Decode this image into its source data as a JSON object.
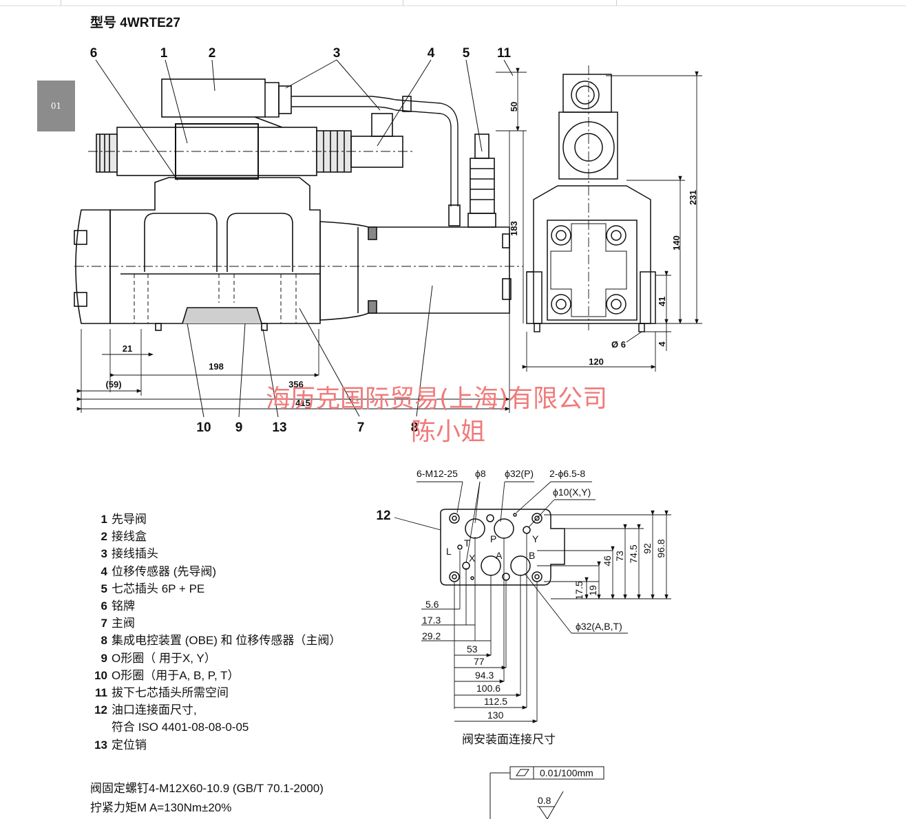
{
  "side_tab": "01",
  "model_title": "型号 4WRTE27",
  "main_callouts": [
    "6",
    "1",
    "2",
    "3",
    "4",
    "5",
    "11"
  ],
  "bottom_callouts": [
    "10",
    "9",
    "13",
    "7",
    "8"
  ],
  "dimensions": {
    "d50": "50",
    "d183": "183",
    "d231": "231",
    "d140": "140",
    "d41": "41",
    "d4": "4",
    "phi6": "Ø 6",
    "d120": "120",
    "d21": "21",
    "d198": "198",
    "d59": "(59)",
    "d356": "356",
    "d415": "415"
  },
  "watermark": {
    "line1": "海历克国际贸易(上海)有限公司",
    "line2": "陈小姐"
  },
  "legend": [
    {
      "num": "1",
      "text": "先导阀"
    },
    {
      "num": "2",
      "text": "接线盒"
    },
    {
      "num": "3",
      "text": "接线插头"
    },
    {
      "num": "4",
      "text": "位移传感器 (先导阀)"
    },
    {
      "num": "5",
      "text": "七芯插头 6P + PE"
    },
    {
      "num": "6",
      "text": "铭牌"
    },
    {
      "num": "7",
      "text": "主阀"
    },
    {
      "num": "8",
      "text": "集成电控装置 (OBE) 和 位移传感器（主阀）"
    },
    {
      "num": "9",
      "text": "O形圈（ 用于X, Y）"
    },
    {
      "num": "10",
      "text": "O形圈（用于A, B, P, T）"
    },
    {
      "num": "11",
      "text": "拔下七芯插头所需空间"
    },
    {
      "num": "12",
      "text": "油口连接面尺寸,"
    },
    {
      "num": "",
      "text": "符合 ISO 4401-08-08-0-05"
    },
    {
      "num": "13",
      "text": "定位销"
    }
  ],
  "port_face": {
    "callout": "12",
    "top_labels": [
      "6-M12-25",
      "ϕ8",
      "ϕ32(P)",
      "2-ϕ6.5-8"
    ],
    "xy_label": "ϕ10(X,Y)",
    "abt_label": "ϕ32(A,B,T)",
    "ports": {
      "T": "T",
      "P": "P",
      "Y": "Y",
      "L": "L",
      "X": "X",
      "A": "A",
      "B": "B"
    },
    "left_dims": [
      "5.6",
      "17.3",
      "29.2"
    ],
    "bottom_dims": [
      "53",
      "77",
      "94.3",
      "100.6",
      "112.5",
      "130"
    ],
    "right_dims": [
      "17.5",
      "19",
      "46",
      "73",
      "74.5",
      "92",
      "96.8"
    ],
    "caption": "阀安装面连接尺寸"
  },
  "notes": [
    "阀固定螺钉4-M12X60-10.9 (GB/T 70.1-2000)",
    "拧紧力矩M A=130Nm±20%"
  ],
  "tolerance": {
    "flatness": "0.01/100mm",
    "roughness": "0.8"
  }
}
